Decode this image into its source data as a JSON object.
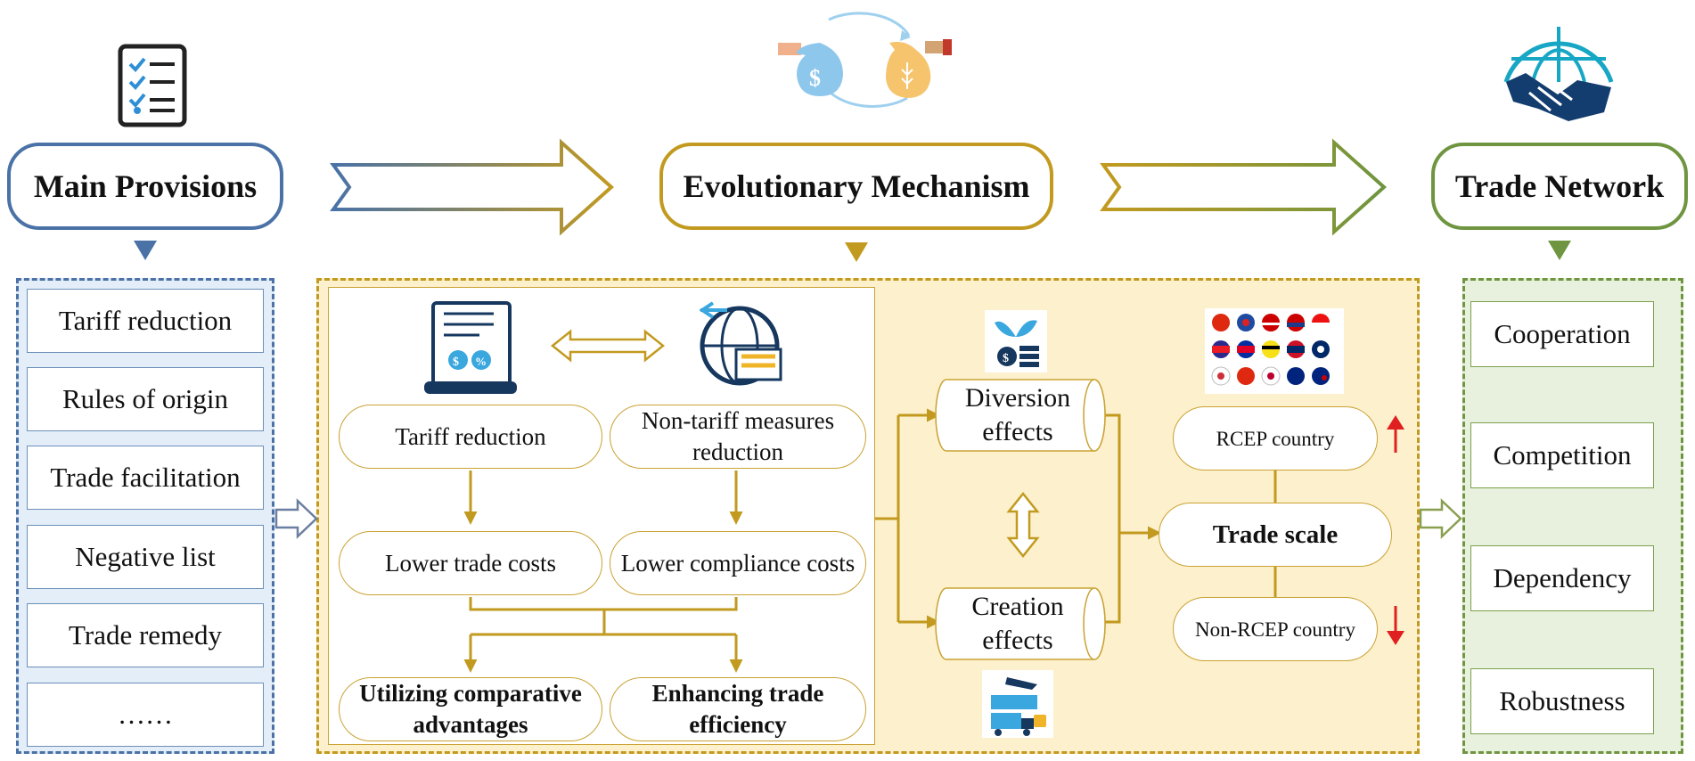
{
  "headers": {
    "provisions": "Main Provisions",
    "mechanism": "Evolutionary Mechanism",
    "network": "Trade Network"
  },
  "provisions": [
    "Tariff reduction",
    "Rules of origin",
    "Trade facilitation",
    "Negative list",
    "Trade remedy",
    "……"
  ],
  "mechanism": {
    "tariff_reduction": "Tariff reduction",
    "ntm_reduction": "Non-tariff measures reduction",
    "lower_trade_costs": "Lower trade costs",
    "lower_compliance_costs": "Lower compliance costs",
    "comparative_advantages": "Utilizing comparative advantages",
    "trade_efficiency": "Enhancing trade efficiency",
    "diversion_effects": "Diversion effects",
    "creation_effects": "Creation effects",
    "rcep_country": "RCEP country",
    "trade_scale": "Trade scale",
    "non_rcep_country": "Non-RCEP country"
  },
  "network": [
    "Cooperation",
    "Competition",
    "Dependency",
    "Robustness"
  ],
  "colors": {
    "blue": "#4a72a6",
    "gold": "#c29a1f",
    "green": "#6f9540",
    "left_panel_bg": "#e4eef8",
    "mid_panel_bg": "#fdf0cc",
    "right_panel_bg": "#e8f1dd",
    "up_arrow": "#e02020",
    "down_arrow": "#e02020"
  },
  "icons": [
    "checklist-icon",
    "money-exchange-icon",
    "handshake-globe-icon",
    "tariff-document-icon",
    "globe-barrier-icon",
    "plant-coins-icon",
    "country-flags-icon",
    "logistics-icon"
  ]
}
